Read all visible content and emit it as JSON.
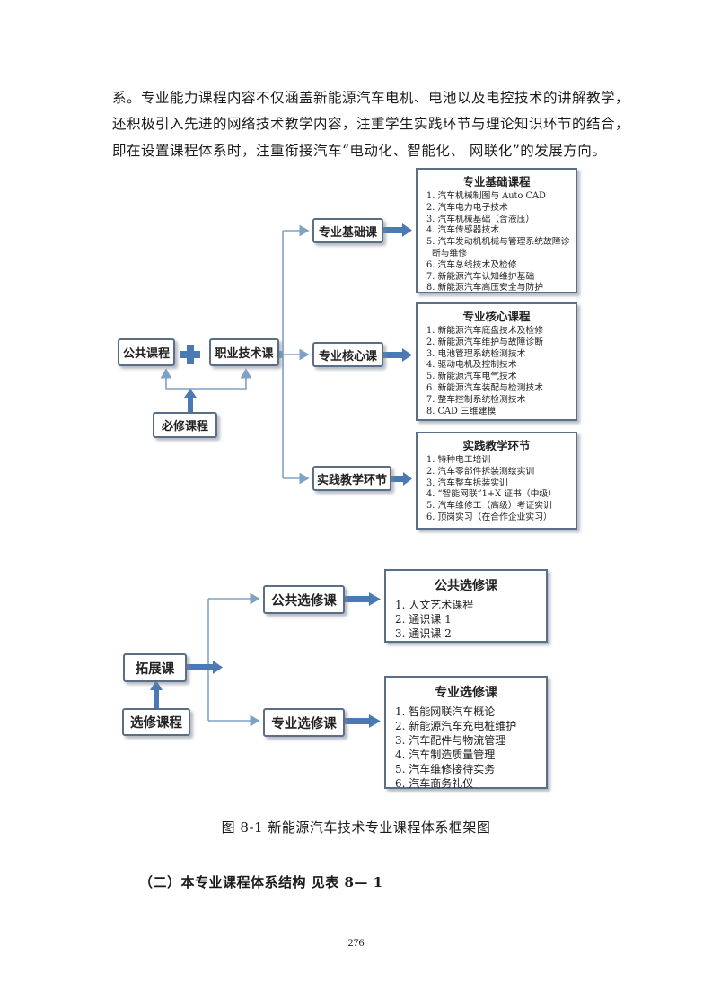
{
  "paragraph": {
    "lines": [
      "系。专业能力课程内容不仅涵盖新能源汽车电机、电池以及电控技术的讲解教学，",
      "还积极引入先进的网络技术教学内容，注重学生实践环节与理论知识环节的结合，",
      "即在设置课程体系时，注重衔接汽车“电动化、智能化、 网联化”的发展方向。"
    ]
  },
  "diagram1": {
    "public": "公共课程",
    "vocational": "职业技术课",
    "required": "必修课程",
    "branches": [
      {
        "label": "专业基础课",
        "box_title": "专业基础课程",
        "items": [
          "1. 汽车机械制图与 Auto CAD",
          "2. 汽车电力电子技术",
          "3. 汽车机械基础（含液压）",
          "4. 汽车传感器技术",
          "5. 汽车发动机机械与管理系统故障诊断与维修",
          "6. 汽车总线技术及检修",
          "7. 新能源汽车认知维护基础",
          "8. 新能源汽车高压安全与防护"
        ]
      },
      {
        "label": "专业核心课",
        "box_title": "专业核心课程",
        "items": [
          "1. 新能源汽车底盘技术及检修",
          "2. 新能源汽车维护与故障诊断",
          "3. 电池管理系统检测技术",
          "4. 驱动电机及控制技术",
          "5. 新能源汽车电气技术",
          "6. 新能源汽车装配与检测技术",
          "7. 整车控制系统检测技术",
          "8. CAD 三维建模"
        ]
      },
      {
        "label": "实践教学环节",
        "box_title": "实践教学环节",
        "items": [
          "1. 特种电工培训",
          "2. 汽车零部件拆装测绘实训",
          "3. 汽车整车拆装实训",
          "4. “智能网联”1+X 证书（中级）",
          "5. 汽车维修工（高级）考证实训",
          "6. 顶岗实习（在合作企业实习）"
        ]
      }
    ]
  },
  "diagram2": {
    "expansion": "拓展课",
    "elective": "选修课程",
    "branches": [
      {
        "label": "公共选修课",
        "box_title": "公共选修课",
        "items": [
          "1. 人文艺术课程",
          "2. 通识课 1",
          "3. 通识课 2"
        ]
      },
      {
        "label": "专业选修课",
        "box_title": "专业选修课",
        "items": [
          "1. 智能网联汽车概论",
          "2. 新能源汽车充电桩维护",
          "3. 汽车配件与物流管理",
          "4. 汽车制造质量管理",
          "5. 汽车维修接待实务",
          "6. 汽车商务礼仪"
        ]
      }
    ]
  },
  "caption": "图 8-1 新能源汽车技术专业课程体系框架图",
  "subheading": "（二）本专业课程体系结构 见表 8— 1",
  "page_number": "276",
  "colors": {
    "connector": "#7ea1c8",
    "arrow_fill": "#4a79b4",
    "box_border": "#5a6f86"
  }
}
